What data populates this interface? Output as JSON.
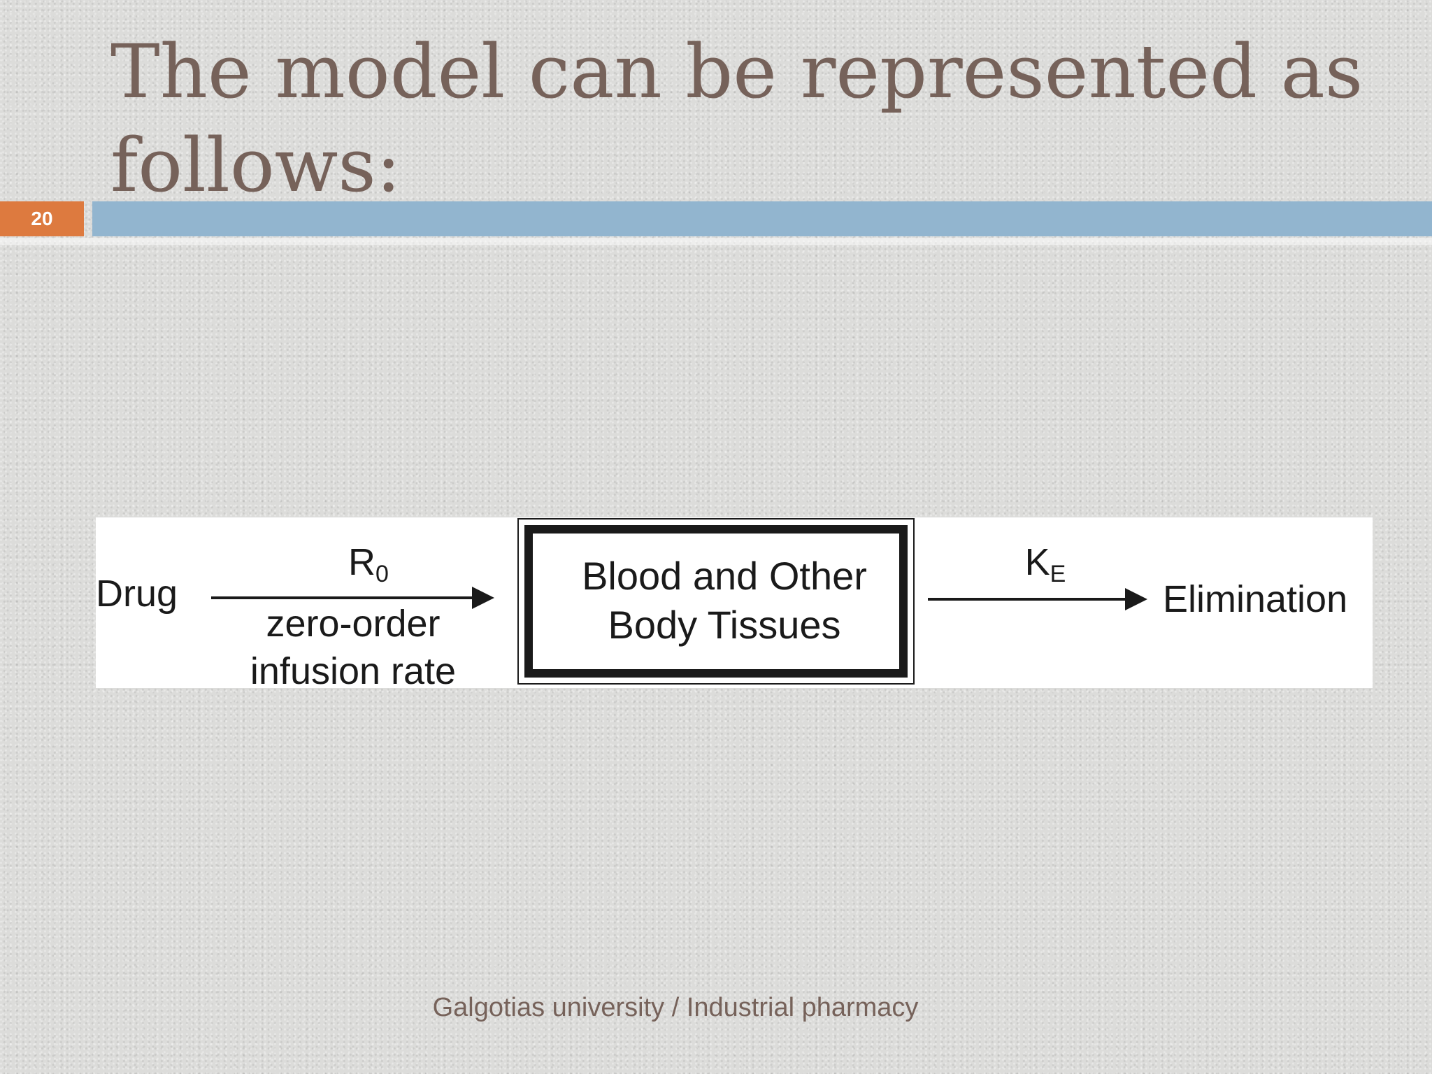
{
  "slide": {
    "title": "The model can be represented as follows:",
    "number": "20",
    "footer": "Galgotias university / Industrial pharmacy"
  },
  "diagram": {
    "source_label": "Drug",
    "input_rate_symbol": "R",
    "input_rate_subscript": "0",
    "input_rate_caption_line1": "zero-order",
    "input_rate_caption_line2": "infusion rate",
    "compartment_line1": "Blood and Other",
    "compartment_line2": "Body Tissues",
    "elimination_rate_symbol": "K",
    "elimination_rate_subscript": "E",
    "sink_label": "Elimination"
  },
  "colors": {
    "title": "#76625a",
    "slide_number_bg": "#dd7a3f",
    "title_rule": "#92b5cf",
    "footer": "#76625a"
  }
}
